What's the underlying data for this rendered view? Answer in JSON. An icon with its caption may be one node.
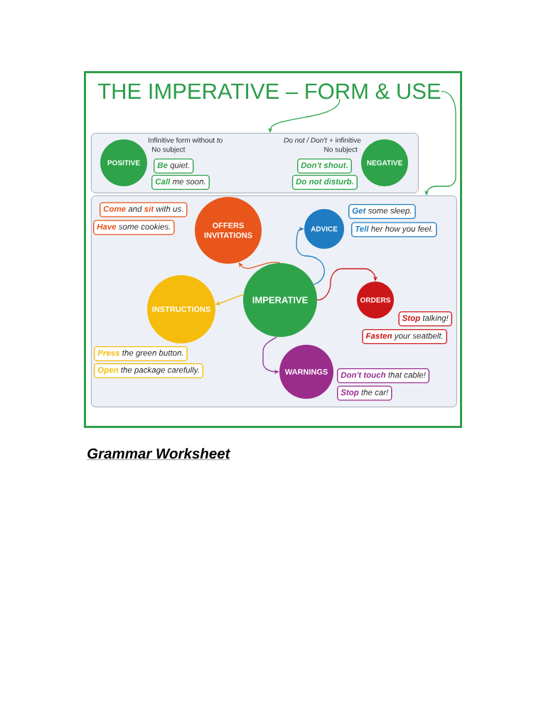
{
  "diagram": {
    "nodes": [
      {
        "text": [
          "THE IMPERATIVE – FORM & USE"
        ]
      },
      {
        "text": [],
        "shape": "box"
      },
      {
        "text": [
          "POSITIVE"
        ],
        "in": 1,
        "beside": [
          "Infinitive form without *to*",
          "No subject"
        ]
      },
      {
        "text": [
          "**Be** quiet."
        ],
        "in": 1
      },
      {
        "text": [
          "**Call** me soon."
        ],
        "in": 1
      },
      {
        "text": [
          "Don't shout."
        ],
        "in": 1
      },
      {
        "text": [
          "Do not disturb."
        ],
        "in": 1
      },
      {
        "text": [
          "NEGATIVE"
        ],
        "in": 1,
        "beside": [
          "*Do not / Don't* + infinitive",
          "No subject"
        ]
      },
      {
        "text": [],
        "shape": "box"
      },
      {
        "text": [
          "**Come** and **sit** with us."
        ],
        "in": 8
      },
      {
        "text": [
          "**Have** some cookies."
        ],
        "in": 8
      },
      {
        "text": [
          "OFFERS INVITATIONS"
        ],
        "in": 8
      },
      {
        "text": [
          "ADVICE"
        ],
        "in": 8
      },
      {
        "text": [
          "**Get** some sleep."
        ],
        "in": 8
      },
      {
        "text": [
          "**Tell** her how you feel."
        ],
        "in": 8
      },
      {
        "text": [
          "INSTRUCTIONS"
        ],
        "in": 8
      },
      {
        "text": [
          "IMPERATIVE"
        ],
        "in": 8
      },
      {
        "text": [
          "ORDERS"
        ],
        "in": 8
      },
      {
        "text": [
          "**Stop** talking!"
        ],
        "in": 8
      },
      {
        "text": [
          "**Fasten** your seatbelt."
        ],
        "in": 8
      },
      {
        "text": [
          "**Press** the green button."
        ],
        "in": 8
      },
      {
        "text": [
          "**Open** the package carefully."
        ],
        "in": 8
      },
      {
        "text": [
          "WARNINGS"
        ],
        "in": 8
      },
      {
        "text": [
          "**Don't touch** that cable!"
        ],
        "in": 8
      },
      {
        "text": [
          "**Stop** the car!"
        ],
        "in": 8
      }
    ],
    "edges": [
      {
        "from": 0,
        "to": 1,
        "arrow": "to",
        "color": "#2ea34a"
      },
      {
        "from": 0,
        "to": 8,
        "arrow": "to",
        "color": "#2ea34a"
      },
      {
        "from": 16,
        "to": 11,
        "arrow": "to",
        "color": "#e8561c"
      },
      {
        "from": 16,
        "to": 12,
        "arrow": "to",
        "color": "#1f7cc1"
      },
      {
        "from": 16,
        "to": 17,
        "arrow": "to",
        "color": "#cc1719"
      },
      {
        "from": 16,
        "to": 15,
        "arrow": "to",
        "color": "#f2b400"
      },
      {
        "from": 16,
        "to": 22,
        "arrow": "to",
        "color": "#9a2c8c"
      }
    ],
    "caption": "Grammar Worksheet"
  }
}
